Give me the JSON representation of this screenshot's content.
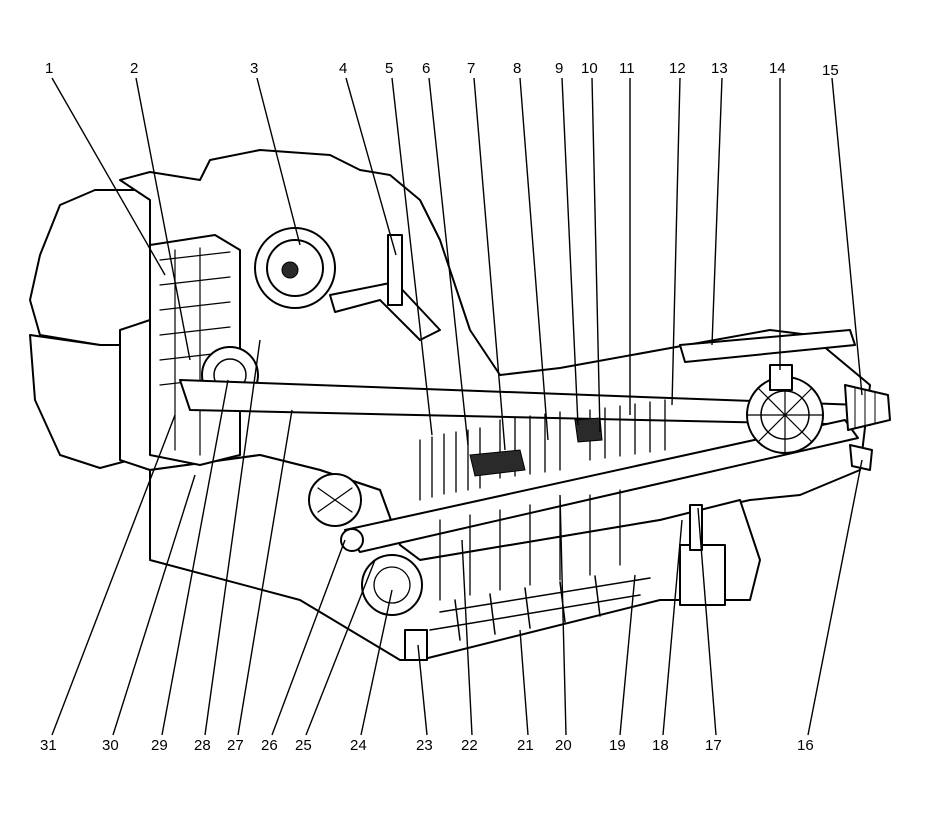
{
  "figure": {
    "type": "transmission-cutaway-line-drawing",
    "callouts_top": [
      "1",
      "2",
      "3",
      "4",
      "5",
      "6",
      "7",
      "8",
      "9",
      "10",
      "11",
      "12",
      "13",
      "14",
      "15"
    ],
    "callouts_bottom": [
      "31",
      "30",
      "29",
      "28",
      "27",
      "26",
      "25",
      "24",
      "23",
      "22",
      "21",
      "20",
      "19",
      "18",
      "17",
      "16"
    ]
  }
}
